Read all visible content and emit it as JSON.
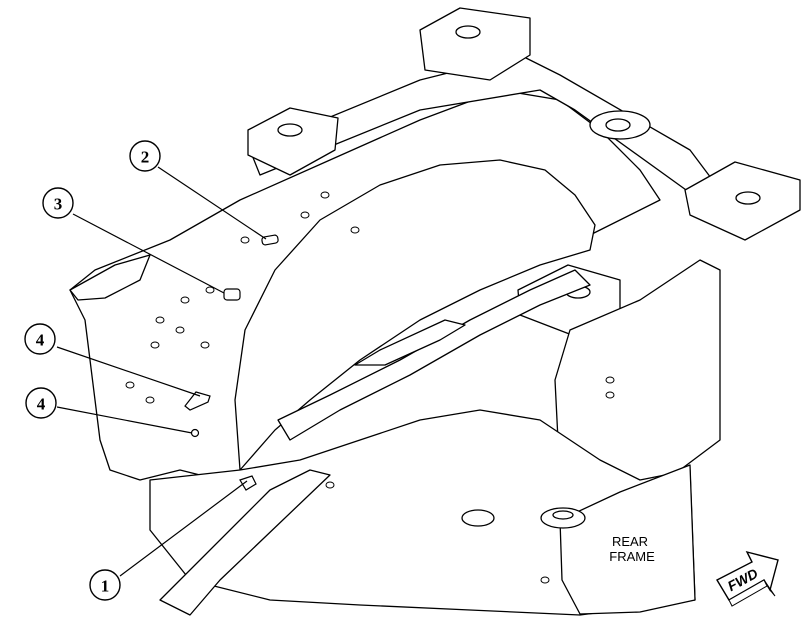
{
  "callouts": [
    {
      "id": "2",
      "label": "2"
    },
    {
      "id": "3",
      "label": "3"
    },
    {
      "id": "4a",
      "label": "4"
    },
    {
      "id": "4b",
      "label": "4"
    },
    {
      "id": "1",
      "label": "1"
    }
  ],
  "frame_label": {
    "line1": "REAR",
    "line2": "FRAME"
  },
  "fwd_arrow": {
    "label": "FWD"
  },
  "colors": {
    "line": "#000000",
    "fill": "#ffffff"
  }
}
